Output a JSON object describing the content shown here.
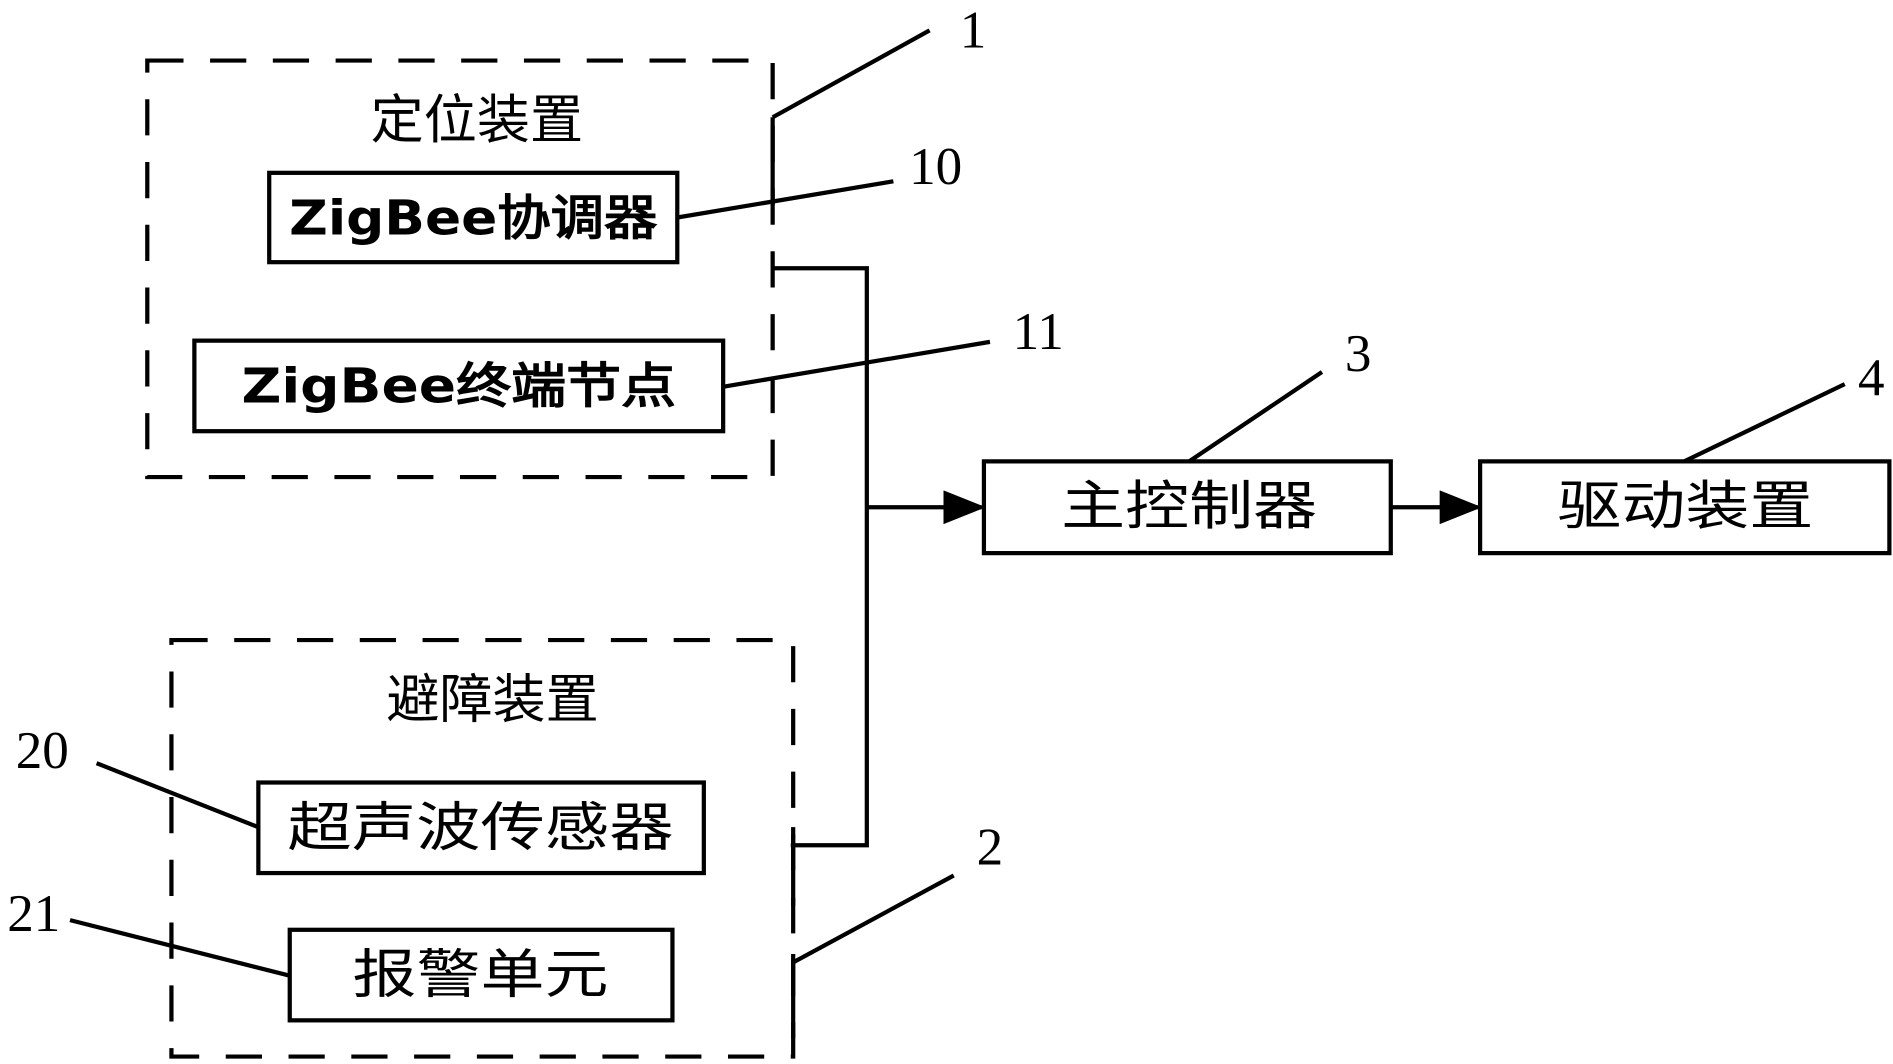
{
  "groups": {
    "positioning": {
      "title": "定位装置",
      "label": "1"
    },
    "obstacle": {
      "title": "避障装置",
      "label": "2"
    }
  },
  "blocks": {
    "zigbee_coordinator": {
      "text": "ZigBee协调器",
      "label": "10"
    },
    "zigbee_end_node": {
      "text": "ZigBee终端节点",
      "label": "11"
    },
    "main_controller": {
      "text": "主控制器",
      "label": "3"
    },
    "drive_device": {
      "text": "驱动装置",
      "label": "4"
    },
    "ultrasonic_sensor": {
      "text": "超声波传感器",
      "label": "20"
    },
    "alarm_unit": {
      "text": "报警单元",
      "label": "21"
    }
  }
}
